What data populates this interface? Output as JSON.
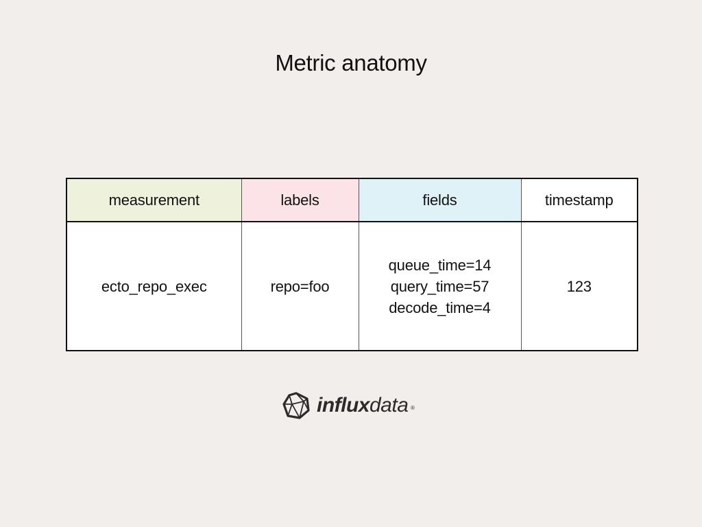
{
  "title": "Metric anatomy",
  "colors": {
    "background": "#f2eeeb",
    "measurement_header": "#eef2dc",
    "labels_header": "#fbe3e7",
    "fields_header": "#dff2f7",
    "timestamp_header": "#ffffff"
  },
  "table": {
    "headers": {
      "measurement": "measurement",
      "labels": "labels",
      "fields": "fields",
      "timestamp": "timestamp"
    },
    "row": {
      "measurement": "ecto_repo_exec",
      "labels": "repo=foo",
      "fields": [
        "queue_time=14",
        "query_time=57",
        "decode_time=4"
      ],
      "timestamp": "123"
    }
  },
  "logo": {
    "icon": "influxdata-icosahedron-icon",
    "text_bold": "influx",
    "text_light": "data",
    "registered_mark": "®"
  }
}
